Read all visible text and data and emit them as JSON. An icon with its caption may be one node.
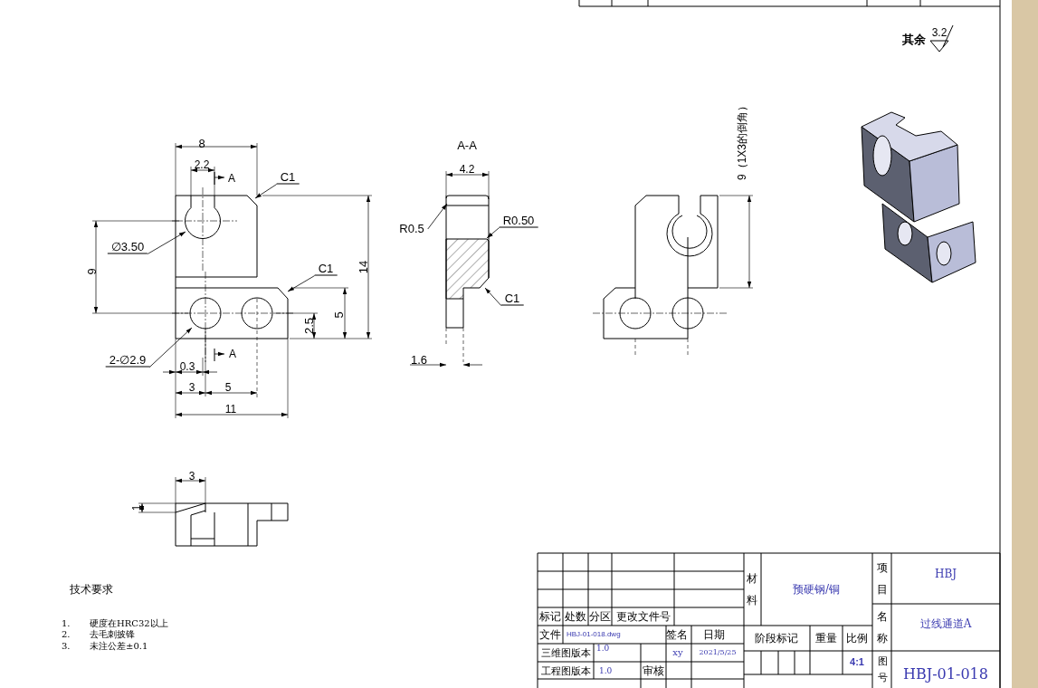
{
  "diagram": {
    "nodes": [
      {
        "text": [
          "C1"
        ]
      },
      {
        "text": [
          "∅3.50"
        ]
      },
      {
        "text": [
          "C1"
        ]
      },
      {
        "text": [
          "2-∅2.9"
        ]
      },
      {
        "text": [
          "R0.5"
        ]
      },
      {
        "text": [
          "R0.50"
        ]
      },
      {
        "text": [
          "C1"
        ]
      },
      {
        "text": [],
        "shape": "picture"
      },
      {
        "text": [],
        "shape": "picture"
      }
    ],
    "edges": [
      {
        "from": 0,
        "to": 7,
        "arrow": "to"
      },
      {
        "from": 1,
        "to": 7,
        "arrow": "to"
      },
      {
        "from": 2,
        "to": 7,
        "arrow": "to"
      },
      {
        "from": 3,
        "to": 7,
        "arrow": "to"
      },
      {
        "from": 4,
        "to": 8,
        "arrow": "to"
      },
      {
        "from": 5,
        "to": 8,
        "arrow": "to"
      },
      {
        "from": 6,
        "to": 8,
        "arrow": "to"
      }
    ],
    "labels": [
      "其余",
      "3.2",
      "A-A",
      "9（1X3的倒角）",
      "8",
      "2.2",
      "A",
      "4.2",
      "9",
      "14",
      "5",
      "2.5",
      "A",
      "0.3",
      "1.6",
      "3",
      "5",
      "11",
      "3",
      "1",
      "技术要求",
      "1.",
      "硬度在HRC32以上",
      "2.",
      "去毛刺披锋",
      "3.",
      "未注公差±0.1",
      "标记",
      "处数",
      "分区",
      "更改文件号",
      "材料",
      "预硬钢/铜",
      "项目",
      "HBJ",
      "名称",
      "过线通道A",
      "文件",
      "HBJ-01-018.dwg",
      "签名",
      "日期",
      "阶段标记",
      "重量",
      "比例",
      "三维图版本",
      "1.0",
      "xy",
      "2021/5/25",
      "4:1",
      "图号",
      "HBJ-01-018",
      "工程图版本",
      "1.0",
      "审核"
    ]
  }
}
